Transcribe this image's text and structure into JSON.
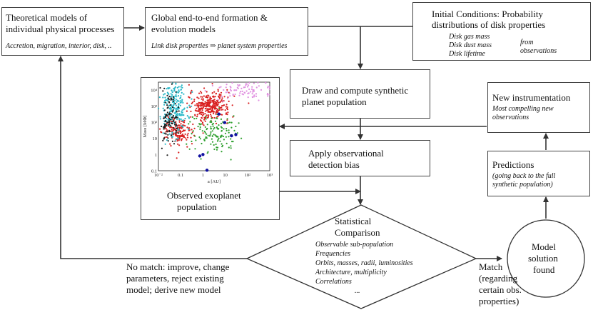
{
  "boxes": {
    "theory": {
      "title_1": "Theoretical models of",
      "title_2": "individual physical processes",
      "detail": "Accretion, migration, interior, disk, .."
    },
    "global": {
      "title_1": "Global end-to-end formation &",
      "title_2": "evolution models",
      "detail": "Link disk properties ⇒ planet system properties"
    },
    "initial": {
      "title_1": "Initial Conditions: Probability",
      "title_2": "distributions of disk properties",
      "items": [
        "Disk gas mass",
        "Disk dust mass",
        "Disk lifetime"
      ],
      "source_1": "from",
      "source_2": "observations"
    },
    "draw": {
      "title_1": "Draw and compute synthetic",
      "title_2": "planet population"
    },
    "bias": {
      "title_1": "Apply observational",
      "title_2": "detection bias"
    },
    "instrument": {
      "title": "New instrumentation",
      "detail_1": "Most compelling new",
      "detail_2": "observations"
    },
    "predictions": {
      "title": "Predictions",
      "detail_1": "(going back to the full",
      "detail_2": "synthetic population)"
    },
    "observed": {
      "caption_1": "Observed exoplanet",
      "caption_2": "population"
    }
  },
  "diamond": {
    "title_1": "Statistical",
    "title_2": "Comparison",
    "items": [
      "Observable sub-population",
      "Frequencies",
      "Orbits, masses, radii, luminosities",
      "Architecture, multiplicity",
      "Correlations",
      "..."
    ]
  },
  "model": {
    "line_1": "Model",
    "line_2": "solution",
    "line_3": "found"
  },
  "labels": {
    "no_match": [
      "No match: improve, change",
      "parameters, reject existing",
      "model; derive new model"
    ],
    "match": [
      "Match",
      "(regarding",
      "certain obs.",
      "properties)"
    ]
  },
  "plot": {
    "ylabel": "Mass [M⊕]",
    "xlabel": "a [AU]",
    "yticks": [
      "10⁴",
      "10³",
      "10²",
      "10",
      "1",
      "0.1"
    ],
    "xticks": [
      "10⁻²",
      "0.1",
      "1",
      "10",
      "10²",
      "10³"
    ],
    "chart_data": {
      "type": "scatter",
      "xlog": true,
      "ylog": true,
      "xlim": [
        0.01,
        1000
      ],
      "ylim": [
        0.1,
        30000
      ],
      "series": [
        {
          "color": "#d92020",
          "center": [
            2,
            1000
          ],
          "spread": [
            0.45,
            0.45
          ],
          "n": 320
        },
        {
          "color": "#d92020",
          "center": [
            0.08,
            25
          ],
          "spread": [
            0.35,
            0.4
          ],
          "n": 160
        },
        {
          "color": "#2ab8c8",
          "center": [
            0.05,
            1000
          ],
          "spread": [
            0.3,
            0.9
          ],
          "n": 220
        },
        {
          "color": "#2fa02f",
          "center": [
            3,
            20
          ],
          "spread": [
            0.5,
            0.6
          ],
          "n": 140
        },
        {
          "color": "#e090e0",
          "center": [
            80,
            10000
          ],
          "spread": [
            0.8,
            0.3
          ],
          "n": 90
        },
        {
          "color": "#202020",
          "center": [
            0.03,
            150
          ],
          "spread": [
            0.2,
            0.8
          ],
          "n": 110
        }
      ],
      "solar_system": [
        {
          "a": 0.39,
          "m": 0.055
        },
        {
          "a": 0.72,
          "m": 0.815
        },
        {
          "a": 1.0,
          "m": 1.0
        },
        {
          "a": 1.52,
          "m": 0.107
        },
        {
          "a": 5.2,
          "m": 318
        },
        {
          "a": 9.5,
          "m": 95
        },
        {
          "a": 19.2,
          "m": 14.5
        },
        {
          "a": 30,
          "m": 17
        }
      ]
    }
  },
  "colors": {
    "line": "#333333",
    "solar": "#1010a0"
  }
}
